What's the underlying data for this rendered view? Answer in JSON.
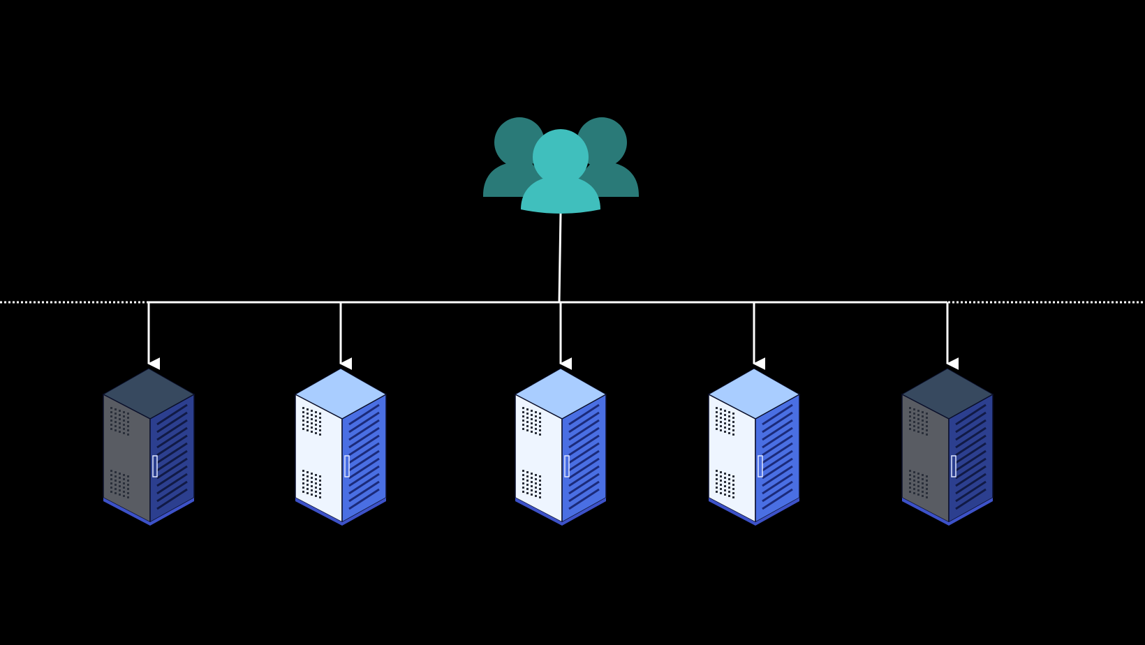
{
  "diagram": {
    "background": "#000000",
    "line_color": "#ffffff",
    "users_icon": {
      "name": "users-group-icon",
      "front_color": "#40bfbd",
      "back_color": "#2a7a78"
    },
    "servers": [
      {
        "name": "server-rack-1",
        "state": "inactive"
      },
      {
        "name": "server-rack-2",
        "state": "active"
      },
      {
        "name": "server-rack-3",
        "state": "active"
      },
      {
        "name": "server-rack-4",
        "state": "active"
      },
      {
        "name": "server-rack-5",
        "state": "inactive"
      }
    ],
    "server_palette": {
      "active": {
        "top": "#a9cdff",
        "side": "#eef5ff",
        "front": "#4a6fe3",
        "slot": "#1b2a7a"
      },
      "inactive": {
        "top": "#37495f",
        "side": "#595c63",
        "front": "#2c3f8f",
        "slot": "#111a45"
      }
    }
  }
}
